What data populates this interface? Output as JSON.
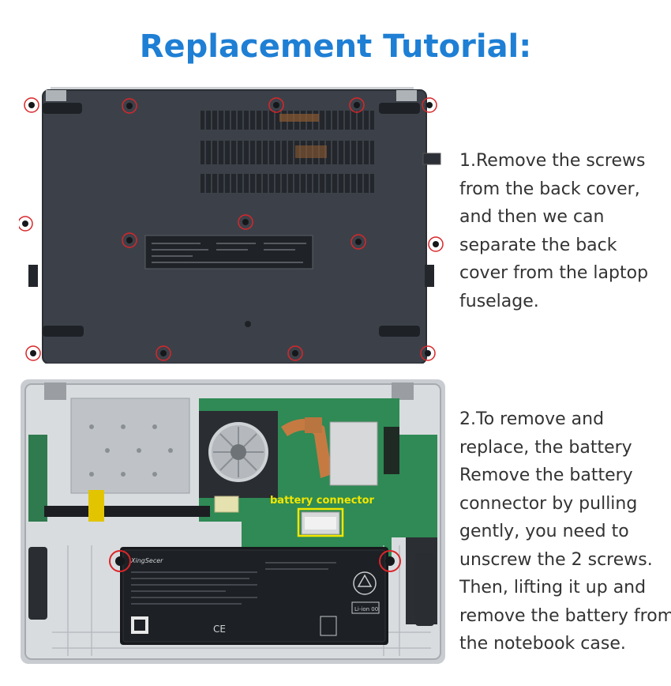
{
  "title": "Replacement Tutorial:",
  "step1": {
    "lines": [
      "1.Remove the screws",
      "from the back cover,",
      "and then we can",
      "separate the back",
      "cover from the laptop",
      "fuselage."
    ]
  },
  "step2": {
    "lines": [
      "2.To remove and",
      "replace, the battery",
      "Remove the battery",
      "connector by pulling",
      "gently, you need to",
      "unscrew the 2 screws.",
      "Then, lifting it up and",
      "remove the battery from",
      "the notebook case."
    ]
  },
  "photo2": {
    "callout_label": "battery connector",
    "battery_brand": "XingSecer",
    "battery_recycle_text": "Li-ion 00"
  },
  "colors": {
    "title": "#1e7fd4",
    "body_text": "#333333",
    "screw_marker": "#d9262a",
    "callout": "#f2e600"
  }
}
